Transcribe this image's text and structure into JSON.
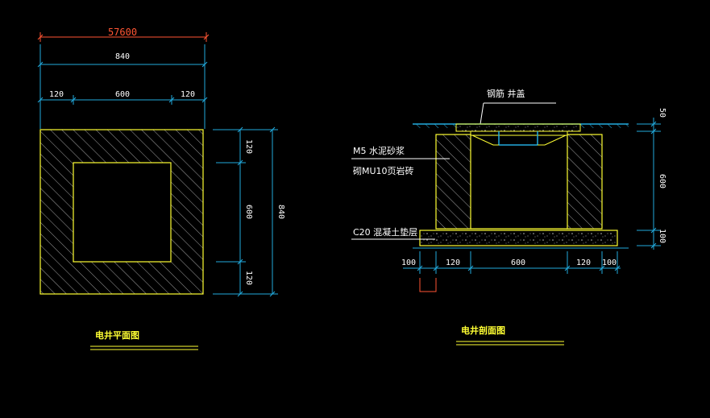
{
  "plan": {
    "dim_overall_red": "57600",
    "dim_overall": "840",
    "dim_left": "120",
    "dim_mid": "600",
    "dim_right": "120",
    "dim_v_top": "120",
    "dim_v_mid": "600",
    "dim_v_bot": "120",
    "dim_v_total": "840",
    "title": "电井平面图"
  },
  "section": {
    "cover_label": "钢筋 井盖",
    "mortar_label": "M5 水泥砂浆",
    "brick_label": "砌MU10页岩砖",
    "concrete_label": "C20 混凝土垫层",
    "dim_b_left": "100",
    "dim_b_wall_l": "120",
    "dim_b_mid": "600",
    "dim_b_wall_r": "120",
    "dim_b_right": "100",
    "dim_r_top": "50",
    "dim_r_mid": "600",
    "dim_r_bot": "100",
    "title": "电井剖面图"
  },
  "colors": {
    "outline": "#ffff33",
    "dimension": "#22aadd",
    "hatch": "#aaaaaa",
    "text": "#ffffff",
    "red_dim": "#ff5533"
  }
}
